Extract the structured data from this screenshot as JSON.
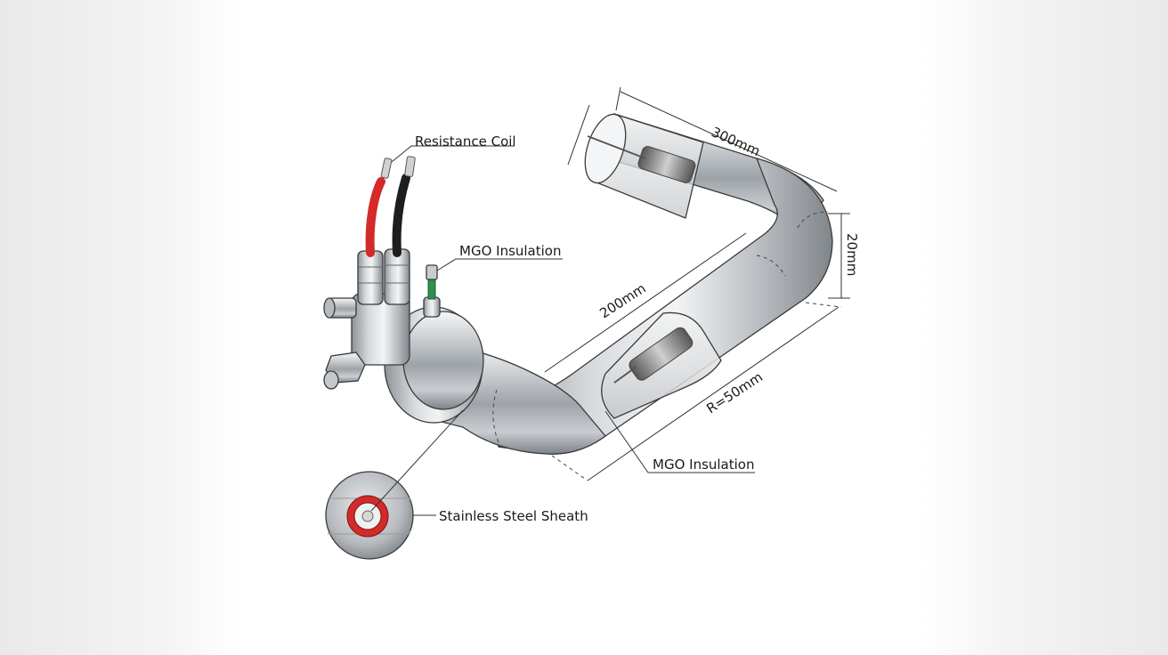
{
  "labels": {
    "resistance_coil": "Resistance Coil",
    "mgo_insulation_top": "MGO Insulation",
    "mgo_insulation_bottom": "MGO Insulation",
    "stainless_steel_sheath": "Stainless Steel Sheath"
  },
  "dimensions": {
    "length_top": "300mm",
    "length_middle": "200mm",
    "diameter": "20mm",
    "bend_radius": "R=50mm"
  },
  "colors": {
    "red_wire": "#d42a2a",
    "black_wire": "#1e1e1e",
    "green_wire": "#2f8f4e",
    "core_ring": "#d42a2a"
  }
}
